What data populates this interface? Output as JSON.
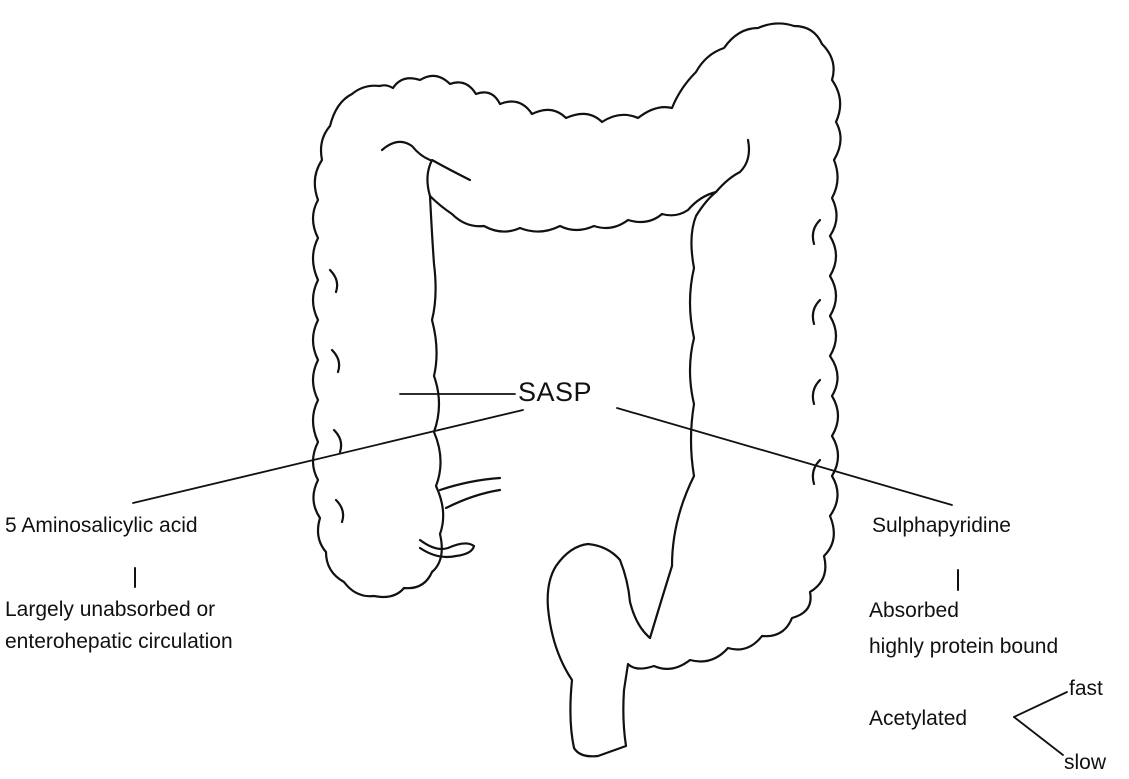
{
  "center": {
    "label": "SASP"
  },
  "left": {
    "product": "5 Aminosalicylic acid",
    "fate_line1": "Largely unabsorbed or",
    "fate_line2": "enterohepatic circulation"
  },
  "right": {
    "product": "Sulphapyridine",
    "fate_line1": "Absorbed",
    "fate_line2": "highly protein bound",
    "metabolism": "Acetylated",
    "branch_fast": "fast",
    "branch_slow": "slow"
  },
  "colors": {
    "ink": "#111111",
    "background": "#ffffff"
  }
}
